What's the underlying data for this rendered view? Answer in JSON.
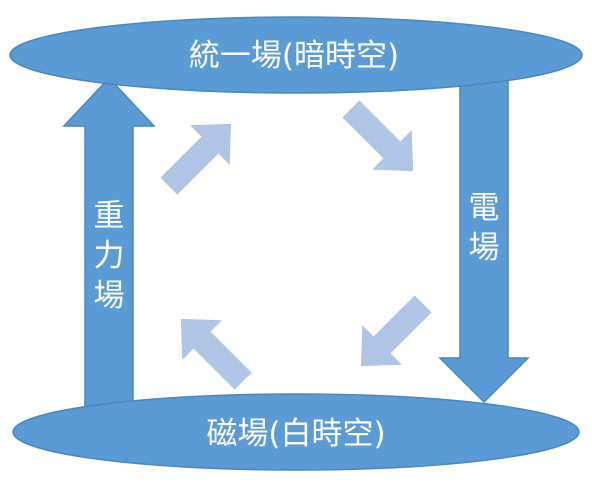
{
  "diagram": {
    "top_node": {
      "label": "統一場(暗時空)"
    },
    "bottom_node": {
      "label": "磁場(白時空)"
    },
    "left_arrow": {
      "chars": [
        "重",
        "力",
        "場"
      ]
    },
    "right_arrow": {
      "chars": [
        "電",
        "場"
      ]
    },
    "colors": {
      "primary": "#5b9bd5",
      "stroke": "#4a86c0",
      "light": "#aec5e6",
      "text": "#ffffff"
    }
  }
}
